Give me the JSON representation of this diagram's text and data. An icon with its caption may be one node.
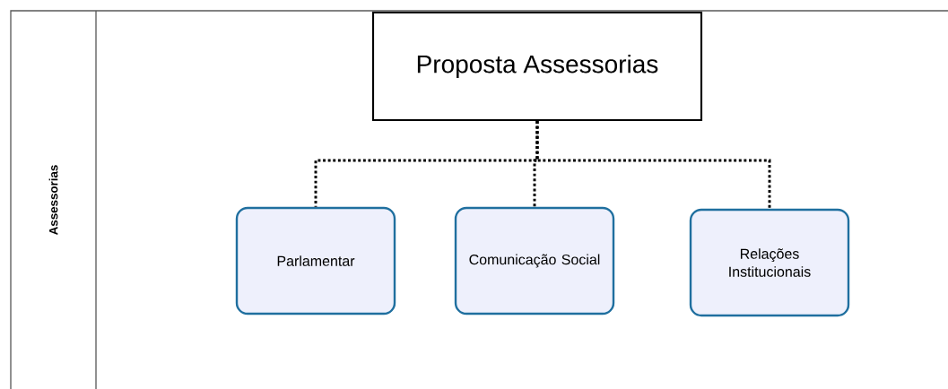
{
  "diagram": {
    "nodes": [
      {
        "text": [
          "Assessorias"
        ]
      },
      {
        "text": [
          "Proposta Assessorias"
        ]
      },
      {
        "text": [
          "Parlamentar"
        ]
      },
      {
        "text": [
          "Comunicação Social"
        ]
      },
      {
        "text": [
          "Relações Institucionais"
        ]
      }
    ],
    "edges": [
      {
        "from": 1,
        "to": 2,
        "arrow": "none"
      },
      {
        "from": 1,
        "to": 3,
        "arrow": "none"
      },
      {
        "from": 1,
        "to": 4,
        "arrow": "none"
      }
    ]
  }
}
